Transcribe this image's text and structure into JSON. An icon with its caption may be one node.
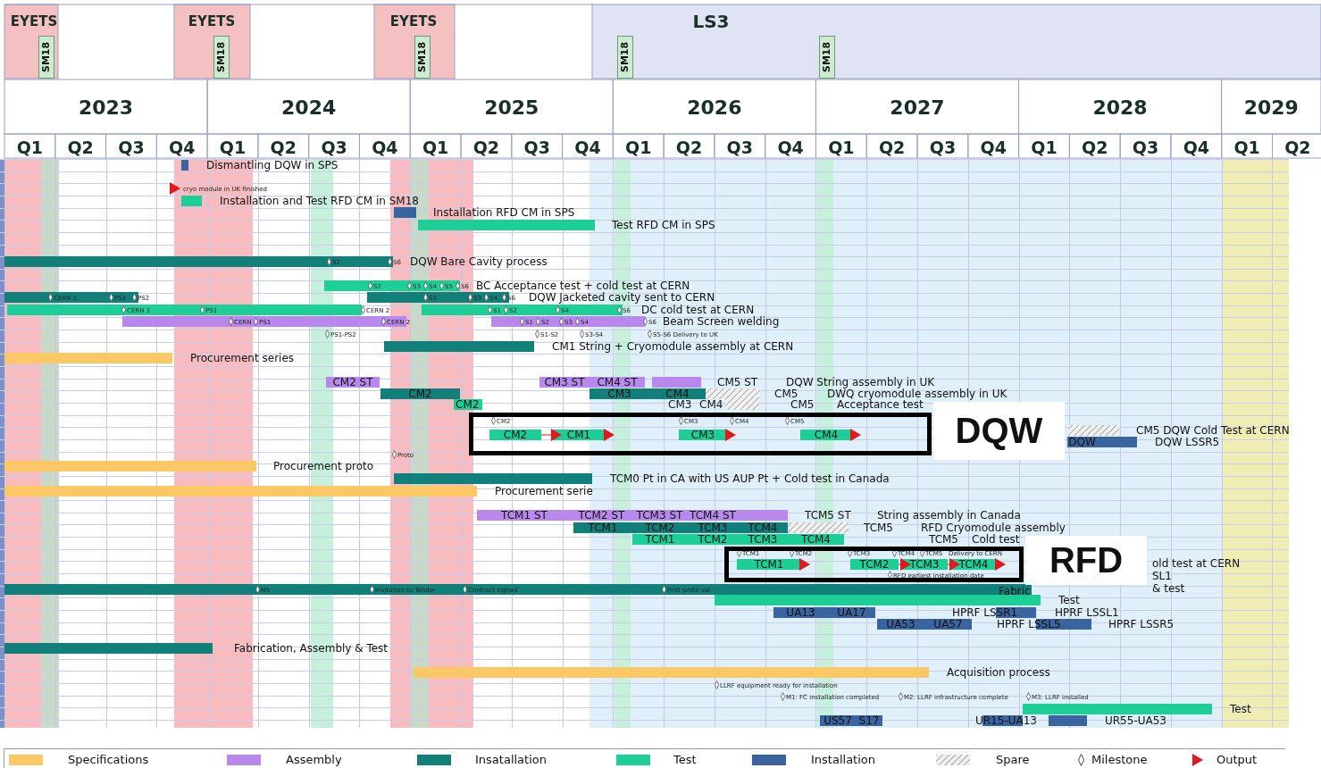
{
  "diagram": {
    "nodes": [
      {
        "text": [
          "CM2 ST"
        ]
      },
      {
        "text": [
          "CM3 ST"
        ]
      },
      {
        "text": [
          "CM4 ST"
        ]
      },
      {
        "text": [
          "CM2"
        ]
      },
      {
        "text": [
          "CM3"
        ]
      },
      {
        "text": [
          "CM4"
        ]
      },
      {
        "text": [],
        "shape": "box"
      },
      {
        "text": [
          "CM2"
        ],
        "in": 6
      },
      {
        "text": [
          "CM1"
        ],
        "in": 6
      },
      {
        "text": [
          "CM3"
        ],
        "in": 6
      },
      {
        "text": [
          "CM4"
        ],
        "in": 6
      },
      {
        "text": [
          "DQW"
        ]
      },
      {
        "text": [
          "DQW"
        ]
      },
      {
        "text": [
          "TCM1 ST"
        ]
      },
      {
        "text": [
          "TCM2 ST"
        ]
      },
      {
        "text": [
          "TCM3 ST"
        ]
      },
      {
        "text": [
          "TCM4 ST"
        ]
      },
      {
        "text": [
          "TCM1"
        ]
      },
      {
        "text": [
          "TCM2"
        ]
      },
      {
        "text": [
          "TCM3"
        ]
      },
      {
        "text": [
          "TCM4"
        ]
      },
      {
        "text": [
          "TCM1"
        ]
      },
      {
        "text": [
          "TCM2"
        ]
      },
      {
        "text": [
          "TCM3"
        ]
      },
      {
        "text": [
          "TCM4"
        ]
      },
      {
        "text": [],
        "shape": "box"
      },
      {
        "text": [
          "TCM1"
        ],
        "in": 25
      },
      {
        "text": [
          "TCM2"
        ],
        "in": 25
      },
      {
        "text": [
          "TCM3"
        ],
        "in": 25
      },
      {
        "text": [
          "TCM4"
        ],
        "in": 25
      },
      {
        "text": [
          "RFD"
        ]
      },
      {
        "text": [
          "UA13"
        ]
      },
      {
        "text": [
          "UA17"
        ]
      },
      {
        "text": [
          "UA53"
        ]
      },
      {
        "text": [
          "UA57"
        ]
      },
      {
        "text": [
          "US57"
        ]
      },
      {
        "text": [
          "S17"
        ]
      }
    ],
    "edges": [
      {
        "from": 7,
        "to": 8,
        "arrow": "to"
      },
      {
        "from": 27,
        "to": 28,
        "arrow": "to"
      },
      {
        "from": 28,
        "to": 29,
        "arrow": "to"
      }
    ],
    "labels": [
      "EYETS",
      "SM18",
      "EYETS",
      "SM18",
      "EYETS",
      "SM18",
      "LS3",
      "SM18",
      "SM18",
      "2023",
      "2024",
      "2025",
      "2026",
      "2027",
      "2028",
      "2029",
      "Q1",
      "Q2",
      "Q3",
      "Q4",
      "Q1",
      "Q2",
      "Q3",
      "Q4",
      "Q1",
      "Q2",
      "Q3",
      "Q4",
      "Q1",
      "Q2",
      "Q3",
      "Q4",
      "Q1",
      "Q2",
      "Q3",
      "Q4",
      "Q1",
      "Q2",
      "Q3",
      "Q4",
      "Q1",
      "Q2",
      "Dismantling DQW in SPS",
      "cryo module in UK finished",
      "Installation and Test RFD CM in SM18",
      "Installation RFD CM in SPS",
      "Test RFD CM in SPS",
      "S2",
      "S6",
      "DQW Bare Cavity process",
      "S2",
      "S3",
      "S4",
      "S5",
      "S6",
      "BC Acceptance test + cold test at CERN",
      "CERN 1",
      "PS1",
      "PS2",
      "S2",
      "S3",
      "S4",
      "S6",
      "DQW Jacketed cavity sent to CERN",
      "CERN 1",
      "PS1",
      "CERN 2",
      "S1",
      "S2",
      "S4",
      "S6",
      "DC cold test at CERN",
      "CERN",
      "PS1",
      "CERN 2",
      "S1",
      "S2",
      "S3",
      "S4",
      "S6",
      "Beam Screen welding",
      "PS1-PS2",
      "S1-S2",
      "S3-S4",
      "S5-S6 Delivery to UK",
      "CM1 String + Cryomodule assembly at CERN",
      "Procurement series",
      "CM5 ST",
      "DQW String assembly in UK",
      "CM5",
      "DWQ cryomodule assembly in UK",
      "CM2",
      "CM3",
      "CM4",
      "CM5",
      "Acceptance test",
      "CM2",
      "CM3",
      "CM4",
      "CM5",
      "CM5 DQW Cold Test at CERN",
      "DQW LSSR5",
      "Proto",
      "Procurement proto",
      "TCM0 Pt in CA with US AUP Pt + Cold test in Canada",
      "Procurement serie",
      "TCM5 ST",
      "String assembly in Canada",
      "TCM5",
      "RFD Cryomodule assembly",
      "TCM5",
      "Cold test",
      "TCM1",
      "TCM2",
      "TCM3",
      "TCM4",
      "TCM5",
      "Delivery to CERN",
      "old test at CERN",
      "RFD earliest installation date",
      "SL1",
      "M5",
      "Invitation to Tender",
      "Contract signed",
      "First proto val",
      "Fabric",
      "& test",
      "Test",
      "HPRF LSSR1",
      "HPRF LSSL1",
      "HPRF LSSL5",
      "HPRF LSSR5",
      "Fabrication, Assembly & Test",
      "Acquisition process",
      "LLRF equipment ready for installation",
      "M1: FC installation completed",
      "M2: LLRF infrastructure complete",
      "M3: LLRF installed",
      "Test",
      "UR15-UA13",
      "UR55-UA53"
    ],
    "legend": [
      {
        "text": "Specifications",
        "color": "#fcc865"
      },
      {
        "text": "Assembly",
        "color": "#b888ec"
      },
      {
        "text": "Insatallation",
        "color": "#12807a"
      },
      {
        "text": "Test",
        "color": "#1dcf97"
      },
      {
        "text": "Installation",
        "color": "#3a64a0"
      },
      {
        "text": "Spare"
      },
      {
        "text": "Milestone"
      },
      {
        "text": "Output"
      }
    ]
  }
}
